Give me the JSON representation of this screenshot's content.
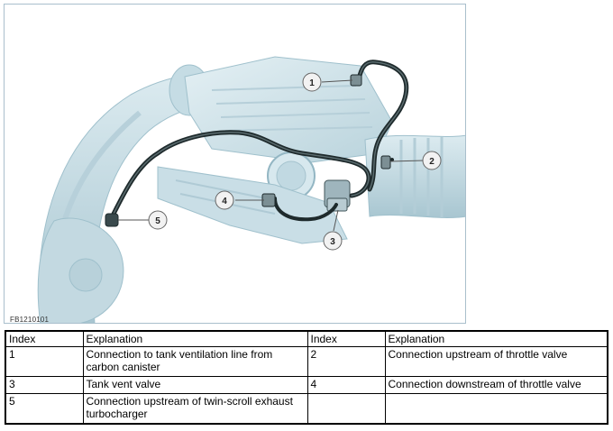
{
  "figure": {
    "code": "FB1210101",
    "callouts": [
      "1",
      "2",
      "3",
      "4",
      "5"
    ]
  },
  "table": {
    "headers": [
      "Index",
      "Explanation",
      "Index",
      "Explanation"
    ],
    "rows": [
      [
        "1",
        "Connection to tank ventilation line from carbon canister",
        "2",
        "Connection upstream of throttle valve"
      ],
      [
        "3",
        "Tank vent valve",
        "4",
        "Connection downstream of throttle valve"
      ],
      [
        "5",
        "Connection upstream of twin-scroll exhaust turbocharger",
        "",
        ""
      ]
    ]
  },
  "colors": {
    "engine_tint": "#cfe3ea",
    "engine_shadow": "#9fc0cc",
    "line": "#1e2a2c",
    "frame": "#a9bfcc"
  }
}
